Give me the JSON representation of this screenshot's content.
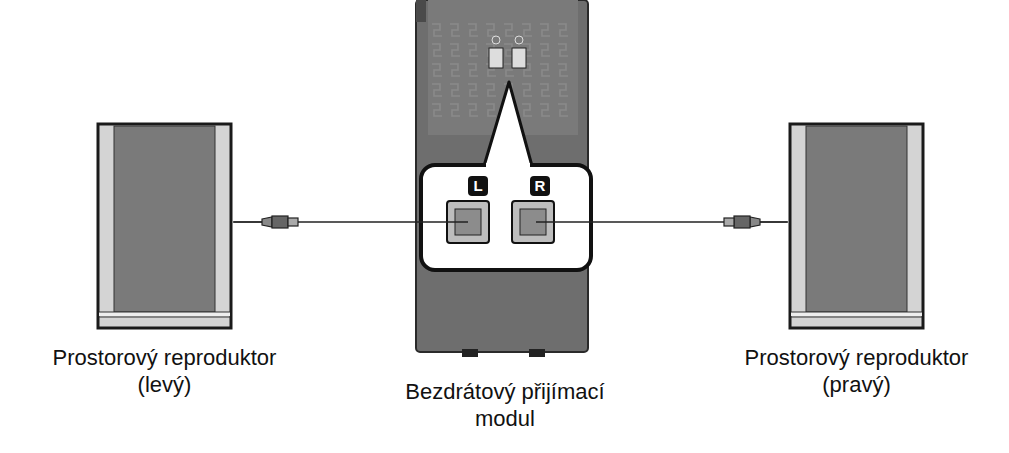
{
  "diagram": {
    "nodes": [
      {
        "text": [
          "Prostorový reproduktor (levý)"
        ]
      },
      {
        "text": [
          "Bezdrátový přijímací modul"
        ]
      },
      {
        "text": [
          "Prostorový reproduktor (pravý)"
        ]
      }
    ],
    "edges": [
      {
        "from": 0,
        "to": 1,
        "arrow": "none"
      },
      {
        "from": 2,
        "to": 1,
        "arrow": "none"
      }
    ],
    "labels": [
      "L",
      "R"
    ]
  }
}
